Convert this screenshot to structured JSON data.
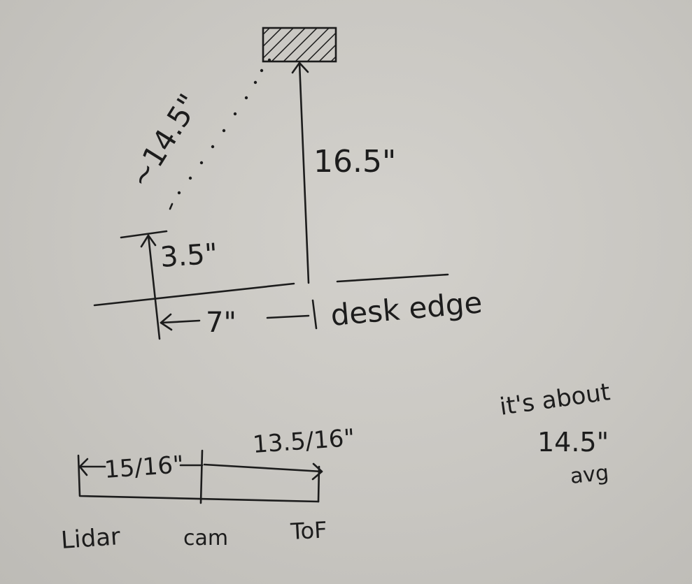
{
  "top_diagram": {
    "diagonal_label": "~14.5\"",
    "height_label": "16.5\"",
    "short_height_label": "3.5\"",
    "width_label": "7\"",
    "edge_label": "desk edge"
  },
  "bottom_diagram": {
    "left_span_label": "15/16\"",
    "right_span_label": "13.5/16\"",
    "left_sensor": "Lidar",
    "middle_sensor": "cam",
    "right_sensor": "ToF"
  },
  "note": {
    "line1": "it's about",
    "line2": "14.5\"",
    "line3": "avg"
  }
}
